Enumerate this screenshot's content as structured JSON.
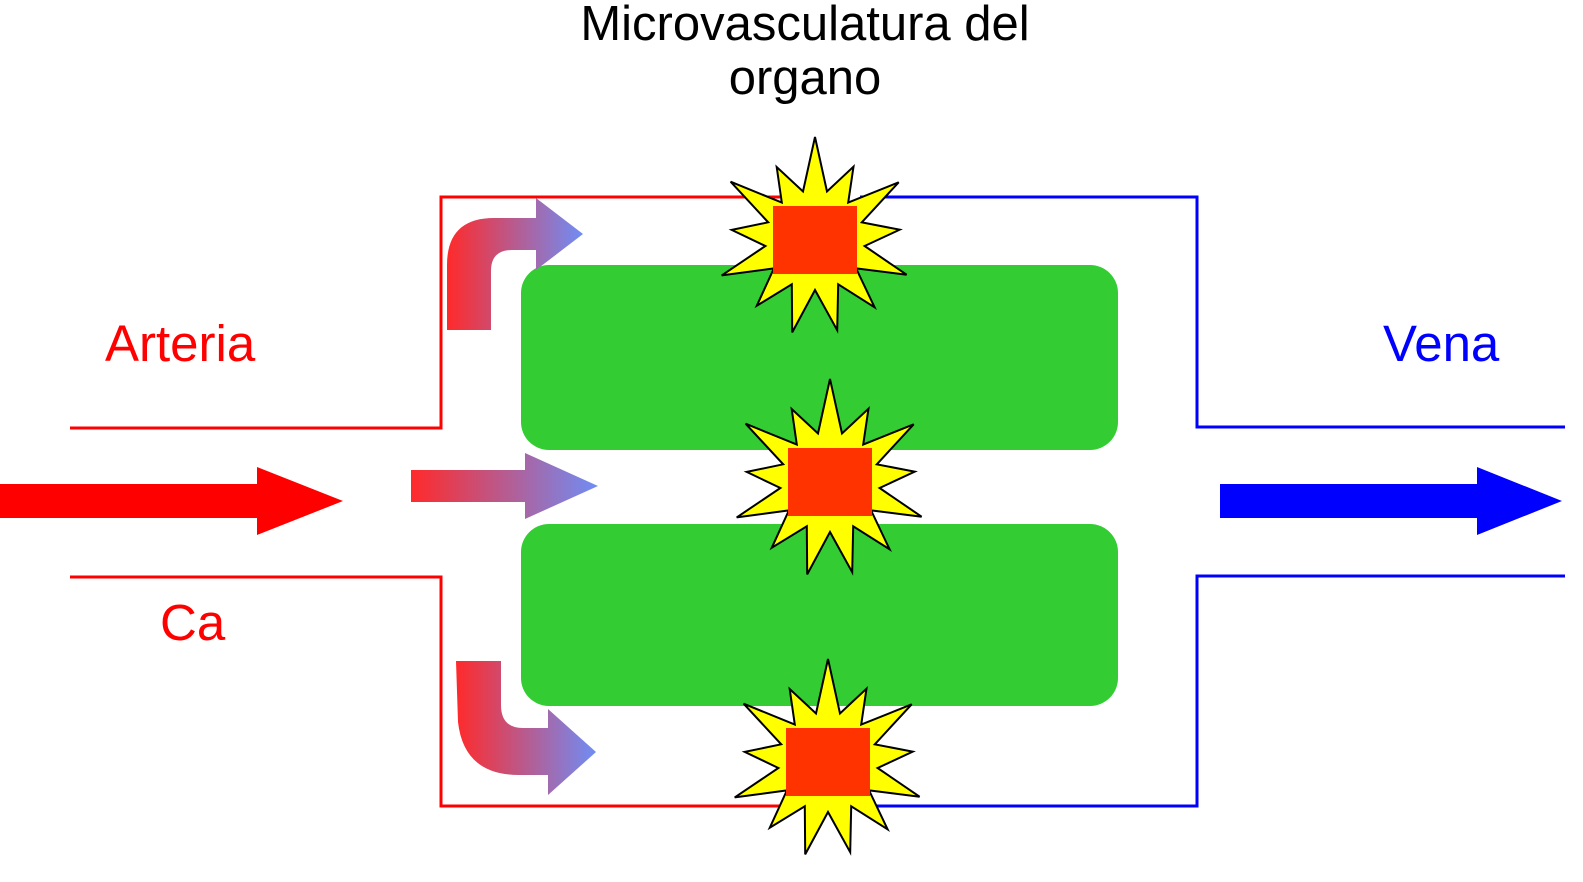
{
  "title": {
    "line1": "Microvasculatura del",
    "line2": "organo"
  },
  "labels": {
    "artery": "Arteria",
    "arterial_concentration": "Ca",
    "vein": "Vena"
  },
  "colors": {
    "artery": "#ff0000",
    "vein": "#0000ff",
    "tissue": "#33cc33",
    "flow_gradient_start": "#ff2a2a",
    "flow_gradient_end": "#6f8df5",
    "starburst_fill": "#ffff00",
    "starburst_core": "#ff3300",
    "title_text": "#000000"
  },
  "icons": {
    "exchange_site": "starburst-icon",
    "flow": "arrow-icon"
  }
}
